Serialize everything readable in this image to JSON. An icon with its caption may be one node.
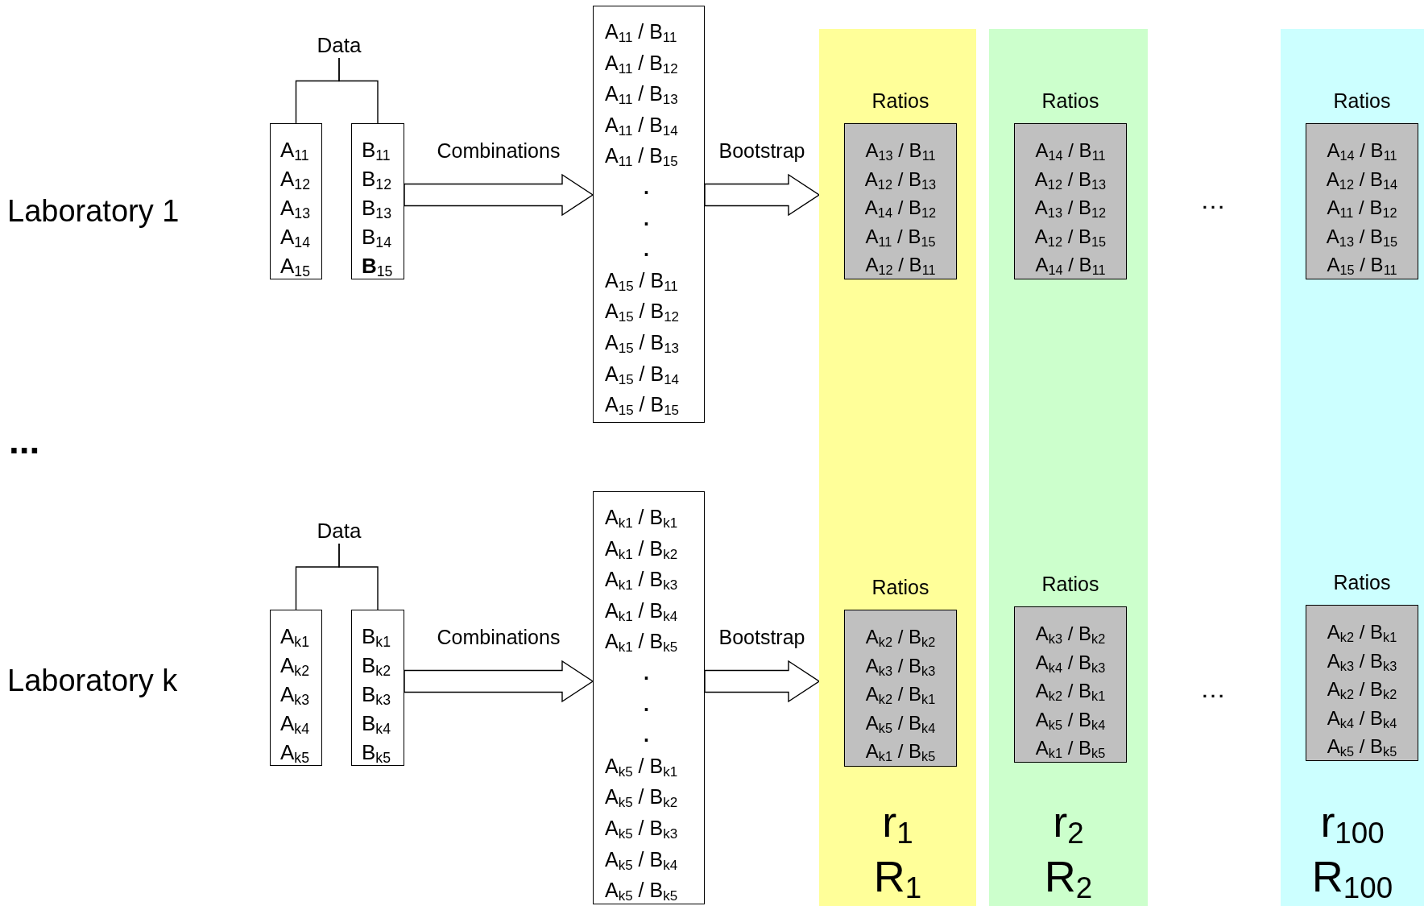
{
  "diagram": {
    "nodes": [
      {
        "text": [
          "Data"
        ]
      },
      {
        "text": [
          "A$_{11}$",
          "A$_{12}$",
          "A$_{13}$",
          "A$_{14}$",
          "A$_{15}$"
        ]
      },
      {
        "text": [
          "B$_{11}$",
          "B$_{12}$",
          "B$_{13}$",
          "B$_{14}$",
          "**B**$_{15}$"
        ]
      },
      {
        "text": [
          "A$_{11}$ / B$_{11}$",
          "A$_{11}$ / B$_{12}$",
          "A$_{11}$ / B$_{13}$",
          "A$_{11}$ / B$_{14}$",
          "A$_{11}$ / B$_{15}$",
          ".",
          ".",
          ".",
          "A$_{15}$ / B$_{11}$",
          "A$_{15}$ / B$_{12}$",
          "A$_{15}$ / B$_{13}$",
          "A$_{15}$ / B$_{14}$",
          "A$_{15}$ / B$_{15}$"
        ]
      },
      {
        "text": [
          "r$_{1}$",
          "R$_{1}$"
        ]
      },
      {
        "text": [
          "r$_{2}$",
          "R$_{2}$"
        ]
      },
      {
        "text": [
          "r$_{100}$",
          "R$_{100}$"
        ]
      },
      {
        "text": [
          "Ratios",
          "A$_{13}$ / B$_{11}$",
          "A$_{12}$ / B$_{13}$",
          "A$_{14}$ / B$_{12}$",
          "A$_{11}$ / B$_{15}$",
          "A$_{12}$ / B$_{11}$"
        ],
        "in": 4
      },
      {
        "text": [
          "Ratios",
          "A$_{14}$ / B$_{11}$",
          "A$_{12}$ / B$_{13}$",
          "A$_{13}$ / B$_{12}$",
          "A$_{12}$ / B$_{15}$",
          "A$_{14}$ / B$_{11}$"
        ],
        "in": 5
      },
      {
        "text": [
          "Ratios",
          "A$_{14}$ / B$_{11}$",
          "A$_{12}$ / B$_{14}$",
          "A$_{11}$ / B$_{12}$",
          "A$_{13}$ / B$_{15}$",
          "A$_{15}$ / B$_{11}$"
        ],
        "in": 6
      },
      {
        "text": [
          "Data"
        ]
      },
      {
        "text": [
          "A$_{k1}$",
          "A$_{k2}$",
          "A$_{k3}$",
          "A$_{k4}$",
          "A$_{k5}$"
        ]
      },
      {
        "text": [
          "B$_{k1}$",
          "B$_{k2}$",
          "B$_{k3}$",
          "B$_{k4}$",
          "B$_{k5}$"
        ]
      },
      {
        "text": [
          "A$_{k1}$ / B$_{k1}$",
          "A$_{k1}$ / B$_{k2}$",
          "A$_{k1}$ / B$_{k3}$",
          "A$_{k1}$ / B$_{k4}$",
          "A$_{k1}$ / B$_{k5}$",
          ".",
          ".",
          ".",
          "A$_{k5}$ / B$_{k1}$",
          "A$_{k5}$ / B$_{k2}$",
          "A$_{k5}$ / B$_{k3}$",
          "A$_{k5}$ / B$_{k4}$",
          "A$_{k5}$ / B$_{k5}$"
        ]
      },
      {
        "text": [
          "Ratios",
          "A$_{k2}$ / B$_{k2}$",
          "A$_{k3}$ / B$_{k3}$",
          "A$_{k2}$ / B$_{k1}$",
          "A$_{k5}$ / B$_{k4}$",
          "A$_{k1}$ / B$_{k5}$"
        ],
        "in": 4
      },
      {
        "text": [
          "Ratios",
          "A$_{k3}$ / B$_{k2}$",
          "A$_{k4}$ / B$_{k3}$",
          "A$_{k2}$ / B$_{k1}$",
          "A$_{k5}$ / B$_{k4}$",
          "A$_{k1}$ / B$_{k5}$"
        ],
        "in": 5
      },
      {
        "text": [
          "Ratios",
          "A$_{k2}$ / B$_{k1}$",
          "A$_{k3}$ / B$_{k3}$",
          "A$_{k2}$ / B$_{k2}$",
          "A$_{k4}$ / B$_{k4}$",
          "A$_{k5}$ / B$_{k5}$"
        ],
        "in": 6
      }
    ],
    "edges": [
      {
        "from": 0,
        "to": 1,
        "arrow": "none"
      },
      {
        "from": 0,
        "to": 2,
        "arrow": "none"
      },
      {
        "from": 2,
        "to": 3,
        "arrow": "to",
        "label": "Combinations"
      },
      {
        "from": 3,
        "to": 4,
        "arrow": "to",
        "label": "Bootstrap"
      },
      {
        "from": 10,
        "to": 11,
        "arrow": "none"
      },
      {
        "from": 10,
        "to": 12,
        "arrow": "none"
      },
      {
        "from": 12,
        "to": 13,
        "arrow": "to",
        "label": "Combinations"
      },
      {
        "from": 13,
        "to": 4,
        "arrow": "to",
        "label": "Bootstrap"
      }
    ],
    "labels": [
      "Laboratory 1",
      "…",
      "...",
      "Laboratory k",
      "…"
    ]
  }
}
